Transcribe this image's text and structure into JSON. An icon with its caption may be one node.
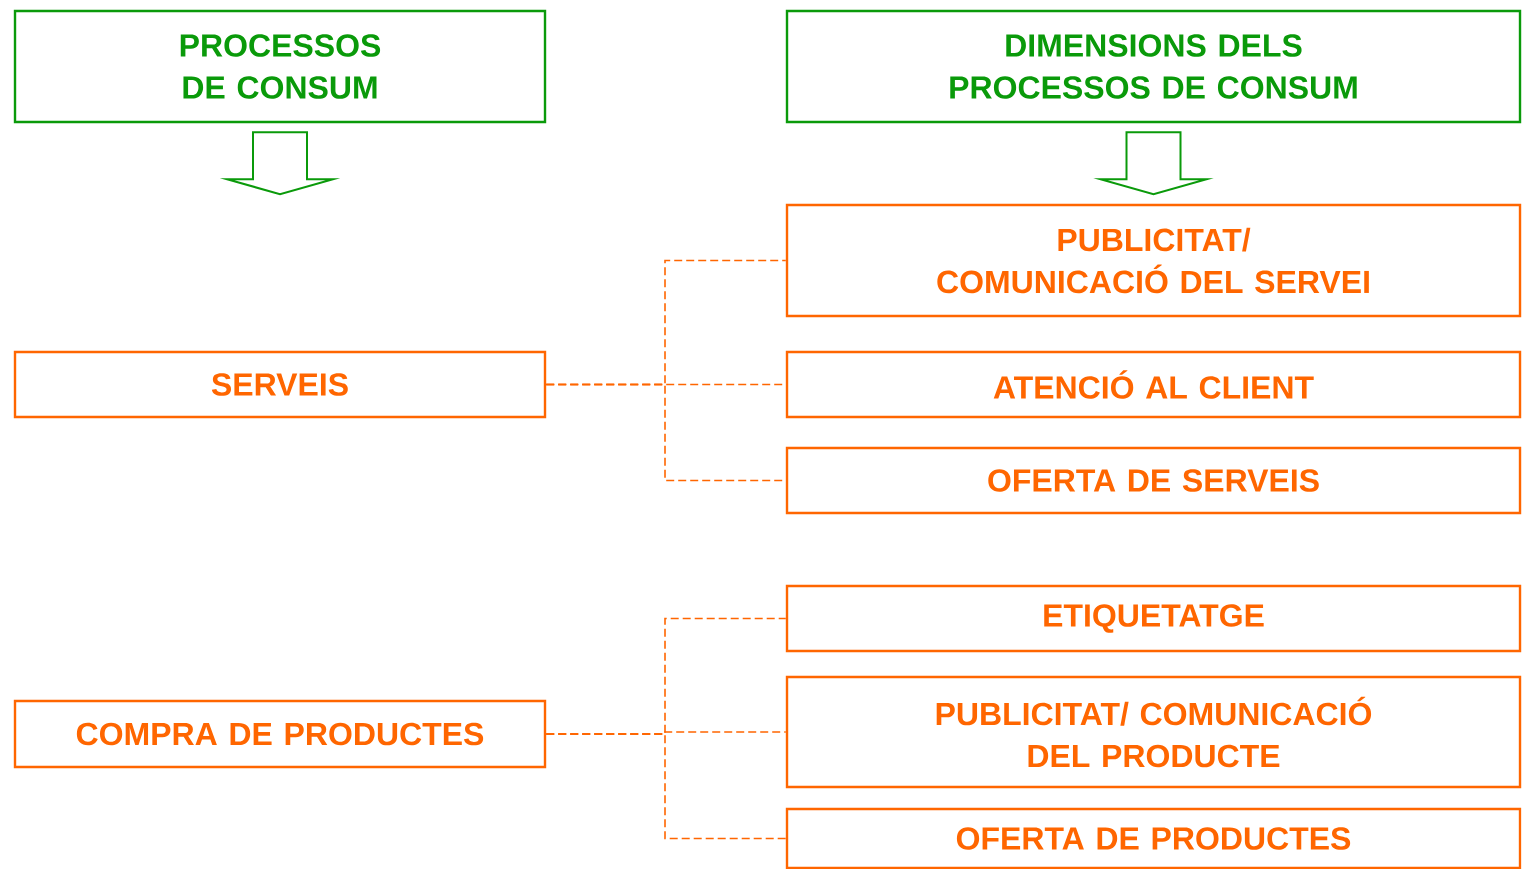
{
  "diagram": {
    "nodes": [
      {
        "text": [
          "PROCESSOS DE CONSUM"
        ]
      },
      {
        "text": [
          "DIMENSIONS DELS PROCESSOS DE CONSUM"
        ]
      },
      {
        "text": [
          "PUBLICITAT/ COMUNICACIÓ DEL SERVEI"
        ]
      },
      {
        "text": [
          "SERVEIS"
        ]
      },
      {
        "text": [
          "ATENCIÓ AL CLIENT"
        ]
      },
      {
        "text": [
          "OFERTA DE SERVEIS"
        ]
      },
      {
        "text": [
          "ETIQUETATGE"
        ]
      },
      {
        "text": [
          "COMPRA DE PRODUCTES"
        ]
      },
      {
        "text": [
          "PUBLICITAT/ COMUNICACIÓ DEL PRODUCTE"
        ]
      },
      {
        "text": [
          "OFERTA DE PRODUCTES"
        ]
      }
    ],
    "edges": [
      {
        "from": 0,
        "to": null,
        "arrow": "to",
        "color": "#0a9a0a"
      },
      {
        "from": 1,
        "to": null,
        "arrow": "to",
        "color": "#0a9a0a"
      },
      {
        "from": 3,
        "to": 2,
        "arrow": "none",
        "style": "dashed"
      },
      {
        "from": 3,
        "to": 4,
        "arrow": "none",
        "style": "dashed"
      },
      {
        "from": 3,
        "to": 5,
        "arrow": "none",
        "style": "dashed"
      },
      {
        "from": 7,
        "to": 6,
        "arrow": "none",
        "style": "dashed"
      },
      {
        "from": 7,
        "to": 8,
        "arrow": "none",
        "style": "dashed"
      },
      {
        "from": 7,
        "to": 9,
        "arrow": "none",
        "style": "dashed"
      }
    ]
  }
}
